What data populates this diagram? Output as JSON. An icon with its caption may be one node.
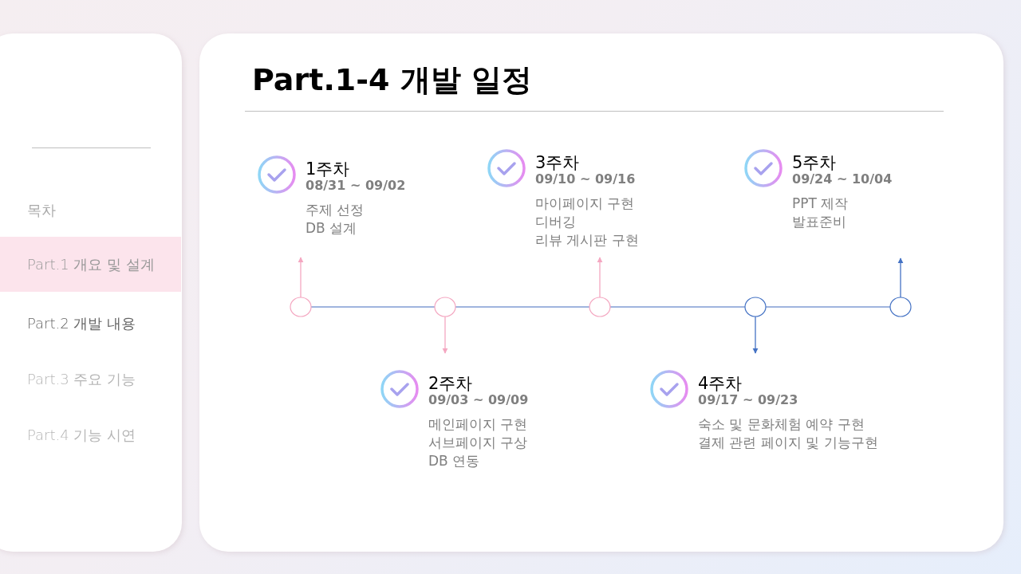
{
  "diagram": {
    "title": "Part.1-4 개발 일정",
    "nodes": [
      {
        "text": [
          "Part.1 개요 및 설계"
        ]
      },
      {
        "text": [],
        "shape": "circle"
      },
      {
        "text": [],
        "shape": "circle"
      },
      {
        "text": [],
        "shape": "circle"
      },
      {
        "text": [],
        "shape": "circle"
      },
      {
        "text": [],
        "shape": "circle"
      },
      {
        "text": [
          "1주차",
          "08/31 ~ 09/02",
          "주제 선정",
          "DB 설계"
        ]
      },
      {
        "text": [
          "3주차",
          "09/10 ~ 09/16",
          "마이페이지 구현",
          "디버깅",
          "리뷰 게시판 구현"
        ]
      },
      {
        "text": [
          "5주차",
          "09/24 ~ 10/04",
          "PPT 제작",
          "발표준비"
        ]
      },
      {
        "text": [
          "2주차",
          "09/03 ~ 09/09",
          "메인페이지 구현",
          "서브페이지 구상",
          "DB 연동"
        ]
      },
      {
        "text": [
          "4주차",
          "09/17 ~ 09/23",
          "숙소 및 문화체험 예약 구현",
          "결제 관련 페이지 및 기능구현"
        ]
      }
    ],
    "edges": [
      {
        "from": 1,
        "to": 2,
        "arrow": "none"
      },
      {
        "from": 2,
        "to": 3,
        "arrow": "none"
      },
      {
        "from": 3,
        "to": 4,
        "arrow": "none"
      },
      {
        "from": 4,
        "to": 5,
        "arrow": "none"
      },
      {
        "from": 1,
        "to": 6,
        "arrow": "to",
        "color": "#f4a7c1"
      },
      {
        "from": 2,
        "to": 9,
        "arrow": "to",
        "color": "#f4a7c1"
      },
      {
        "from": 3,
        "to": 7,
        "arrow": "to",
        "color": "#f4a7c1"
      },
      {
        "from": 4,
        "to": 10,
        "arrow": "to",
        "color": "#4472c4"
      },
      {
        "from": 5,
        "to": 8,
        "arrow": "to",
        "color": "#4472c4"
      }
    ],
    "labels": [
      "목차",
      "Part.2 개발 내용",
      "Part.3 주요 기능",
      "Part.4 기능 시연"
    ]
  }
}
